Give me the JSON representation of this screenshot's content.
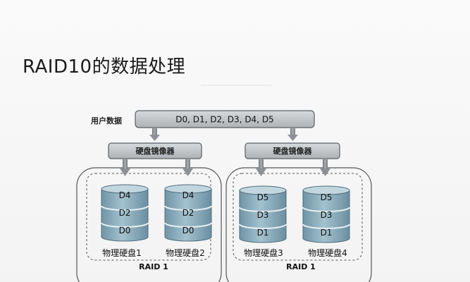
{
  "slide": {
    "title": "RAID10的数据处理"
  },
  "diagram": {
    "user_data_label": "用户数据",
    "user_data_value": "D0, D1, D2, D3, D4, D5",
    "mirrors": [
      {
        "label": "硬盘镜像器"
      },
      {
        "label": "硬盘镜像器"
      }
    ],
    "groups": [
      {
        "label": "RAID 1",
        "disks": [
          {
            "name": "物理硬盘1",
            "blocks": [
              "D4",
              "D2",
              "D0"
            ]
          },
          {
            "name": "物理硬盘2",
            "blocks": [
              "D4",
              "D2",
              "D0"
            ]
          }
        ]
      },
      {
        "label": "RAID 1",
        "disks": [
          {
            "name": "物理硬盘3",
            "blocks": [
              "D5",
              "D3",
              "D1"
            ]
          },
          {
            "name": "物理硬盘4",
            "blocks": [
              "D5",
              "D3",
              "D1"
            ]
          }
        ]
      }
    ],
    "colors": {
      "bar_fill": "#bfc3c6",
      "bar_stroke": "#5a5f63",
      "disk_fill": "#89aebf",
      "disk_top": "#c2d6df",
      "disk_stroke": "#4e6c7a",
      "arrow": "#8d9195"
    }
  }
}
